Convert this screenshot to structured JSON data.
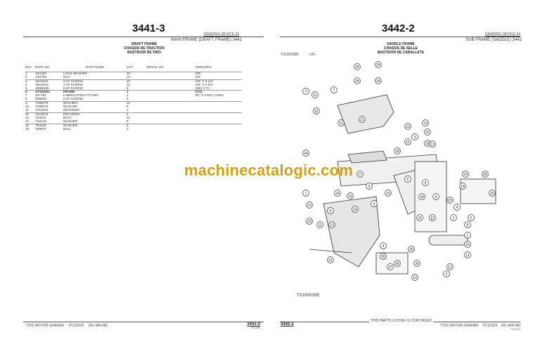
{
  "left_page": {
    "page_number": "3441-3",
    "section": "GRADING DEVICE  34",
    "group_title": "MAIN FRAME (DRAFT FRAME) 3441",
    "caption": [
      "DRAFT FRAME",
      "CHASSIS DE TRACTION",
      "BASTIDOR DE TIRO"
    ],
    "columns": [
      "KEY",
      "PART NO.",
      "PART NAME",
      "QTY.",
      "SERIAL NO.",
      "REMARKS"
    ],
    "rows": [
      {
        "key": "1",
        "part_no": "12H294",
        "name": "LOCK WASHER",
        "qty": "10",
        "serial": "",
        "remarks": "5/8\""
      },
      {
        "key": "2",
        "part_no": "14H793",
        "name": "NUT",
        "qty": "12",
        "serial": "",
        "remarks": "3/4\""
      },
      {
        "key": "3",
        "part_no": "19H2641",
        "name": "CAP SCREW",
        "qty": "10",
        "serial": "",
        "remarks": "5/8\" X 3-1/4\""
      },
      {
        "key": "4",
        "part_no": "19H2913",
        "name": "CAP SCREW",
        "qty": "12",
        "serial": "",
        "remarks": "3/4\" X 2-3/4\""
      },
      {
        "key": "5",
        "part_no": "19M8639",
        "name": "CAP SCREW",
        "qty": "6",
        "serial": "",
        "remarks": "M20 X 70"
      },
      {
        "key": "6",
        "part_no": "AT342813",
        "name": "FRAME",
        "qty": "1",
        "serial": "",
        "remarks": "(CA)"
      },
      {
        "key": "7",
        "part_no": "JD7781",
        "name": "LUBRICATION FITTING",
        "qty": "1",
        "serial": "",
        "remarks": "80° X 0.840\" LONG"
      },
      {
        "key": "8",
        "part_no": "R69629",
        "name": "CAP SCREW",
        "qty": "6",
        "serial": "",
        "remarks": ""
      },
      {
        "key": "9",
        "part_no": "T188075",
        "name": "BUSHING",
        "qty": "12",
        "serial": "",
        "remarks": ""
      },
      {
        "key": "10",
        "part_no": "T188076",
        "name": "WASHER",
        "qty": "6",
        "serial": "",
        "remarks": ""
      },
      {
        "key": "11",
        "part_no": "T213516",
        "name": "RETAINER",
        "qty": "1",
        "serial": "",
        "remarks": ""
      },
      {
        "key": "12",
        "part_no": "T213579",
        "name": "RETAINER",
        "qty": "1",
        "serial": "",
        "remarks": ""
      },
      {
        "key": "13",
        "part_no": "T33372",
        "name": "BOLT",
        "qty": "12",
        "serial": "",
        "remarks": ""
      },
      {
        "key": "14",
        "part_no": "T42243",
        "name": "WASHER",
        "qty": "8",
        "serial": "",
        "remarks": ""
      },
      {
        "key": "15",
        "part_no": "T83426",
        "name": "WASHER",
        "qty": "6",
        "serial": "",
        "remarks": ""
      },
      {
        "key": "16",
        "part_no": "T59874",
        "name": "BALL",
        "qty": "3",
        "serial": "",
        "remarks": ""
      }
    ],
    "footer": {
      "machine": "772G MOTOR GRADER",
      "catalog": "PC10103",
      "date": "(05-JAN-08)",
      "page": "3441-3",
      "sub": "PN=305"
    }
  },
  "right_page": {
    "page_number": "3442-2",
    "section": "GRADING DEVICE  34",
    "group_title": "SUB FRAME (SADDLE) 3442",
    "caption": [
      "SADDLE FRAME",
      "CHASSIS DE SELLE",
      "BASTIDOR DE CABALLETE"
    ],
    "illustration_id": "TX1050385",
    "illustration_flag": "-UN-",
    "illustration_label": "TX1050385",
    "callouts": [
      "24",
      "24",
      "24",
      "24",
      "7",
      "11",
      "7",
      "32",
      "21",
      "19",
      "21",
      "22",
      "20",
      "20",
      "15",
      "24",
      "18",
      "3",
      "13",
      "24",
      "17",
      "16",
      "23",
      "14",
      "6",
      "9",
      "5",
      "4",
      "14",
      "14",
      "28",
      "20",
      "30",
      "25",
      "8",
      "1",
      "2",
      "4",
      "12",
      "31",
      "1",
      "10",
      "10",
      "11",
      "4",
      "13",
      "31",
      "4",
      "26",
      "27",
      "26",
      "29",
      "30",
      "8",
      "1",
      "10",
      "11",
      "12",
      "2",
      "13"
    ],
    "footer": {
      "page": "3442-2",
      "continued": "THIS PARTS LISTING IS CONTINUED",
      "machine": "772G MOTOR GRADER",
      "catalog": "PC10103",
      "date": "(05-JAN-08)",
      "sub": "PN=313"
    }
  },
  "watermark": {
    "text": "machinecatalogic.com",
    "color": "#D4A017"
  }
}
